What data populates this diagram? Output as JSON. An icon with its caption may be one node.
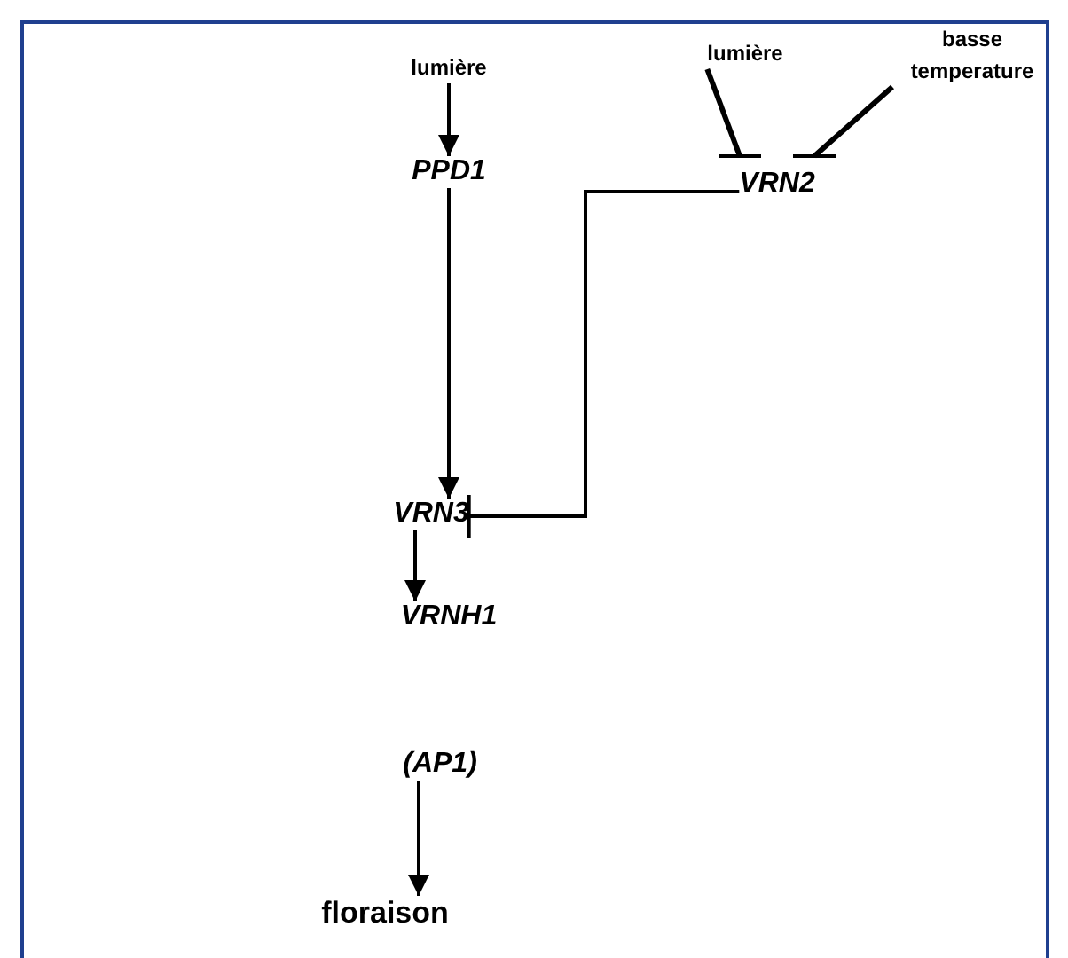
{
  "diagram": {
    "nodes": [
      {
        "text": [
          "lumière"
        ]
      },
      {
        "text": [
          "PPD1"
        ]
      },
      {
        "text": [
          "lumière"
        ]
      },
      {
        "text": [
          "basse temperature"
        ]
      },
      {
        "text": [
          "VRN2"
        ]
      },
      {
        "text": [
          "VRN3"
        ]
      },
      {
        "text": [
          "VRNH1"
        ]
      },
      {
        "text": [
          "(AP1)"
        ]
      },
      {
        "text": [
          "floraison"
        ]
      }
    ],
    "edges": [
      {
        "from": 0,
        "to": 1,
        "arrow": "to"
      },
      {
        "from": 2,
        "to": 4,
        "arrow": "other"
      },
      {
        "from": 3,
        "to": 4,
        "arrow": "other"
      },
      {
        "from": 1,
        "to": 5,
        "arrow": "to"
      },
      {
        "from": 4,
        "to": 5,
        "arrow": "other"
      },
      {
        "from": 5,
        "to": 6,
        "arrow": "to"
      },
      {
        "from": 7,
        "to": 8,
        "arrow": "to"
      }
    ]
  }
}
